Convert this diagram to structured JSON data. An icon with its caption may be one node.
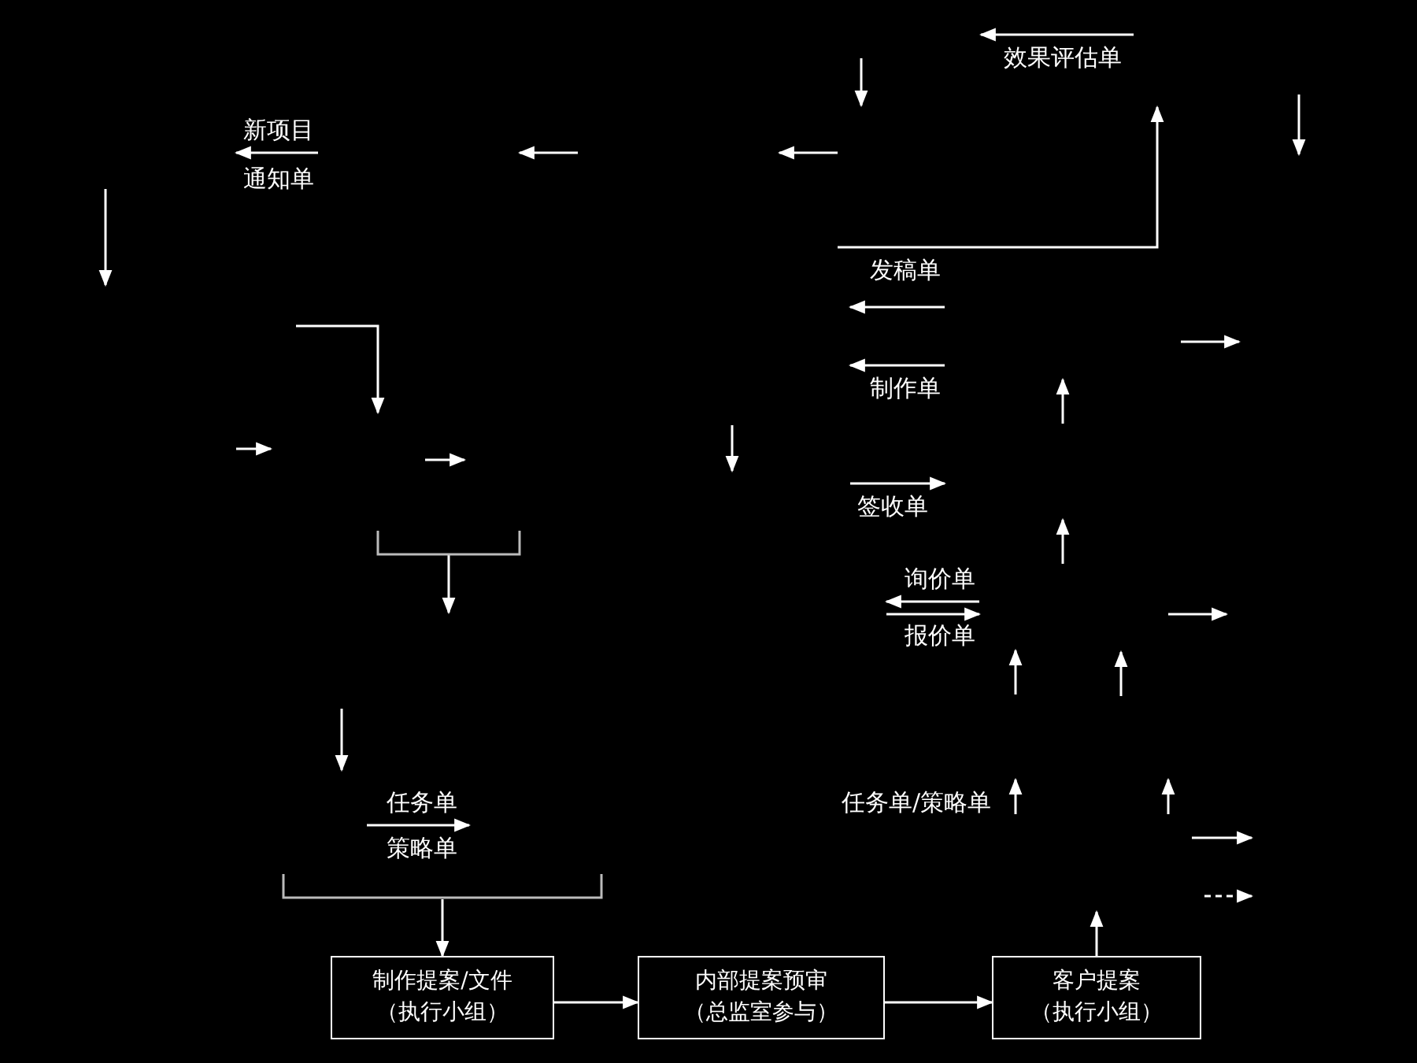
{
  "diagram": {
    "nodes": [
      {
        "text": [],
        "shape": "bracket"
      },
      {
        "text": [
          "制作提案/文件",
          "（执行小组）"
        ]
      },
      {
        "text": [
          "内部提案预审",
          "（总监室参与）"
        ]
      },
      {
        "text": [
          "客户提案",
          "（执行小组）"
        ]
      }
    ],
    "edges": [
      {
        "from": 0,
        "to": 1,
        "arrow": "to"
      },
      {
        "from": 1,
        "to": 2,
        "arrow": "to"
      },
      {
        "from": 2,
        "to": 3,
        "arrow": "to"
      },
      {
        "from": 3,
        "to": null,
        "arrow": "to"
      }
    ],
    "labels": [
      "效果评估单",
      "新项目",
      "通知单",
      "发稿单",
      "制作单",
      "签收单",
      "询价单",
      "报价单",
      "任务单",
      "任务单/策略单",
      "策略单"
    ]
  }
}
